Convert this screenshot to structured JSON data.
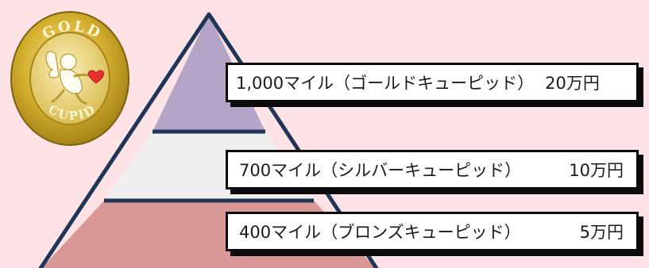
{
  "badge": {
    "top_text": "GOLD",
    "bottom_text": "CUPID",
    "icon": "cupid-with-heart-icon"
  },
  "tiers": [
    {
      "level": "gold",
      "label": "1,000マイル（ゴールドキューピッド）",
      "amount": "20万円",
      "color": "#b4a4c8"
    },
    {
      "level": "silver",
      "label": "700マイル（シルバーキューピッド）",
      "amount": "10万円",
      "color": "#efefef"
    },
    {
      "level": "bronze",
      "label": "400マイル（ブロンズキューピッド）",
      "amount": "5万円",
      "color": "#d99795"
    }
  ],
  "colors": {
    "background": "#fde3e5",
    "pyramid_outline": "#1f3555",
    "badge_gold": "#c9a01a",
    "heart": "#e8312f"
  }
}
